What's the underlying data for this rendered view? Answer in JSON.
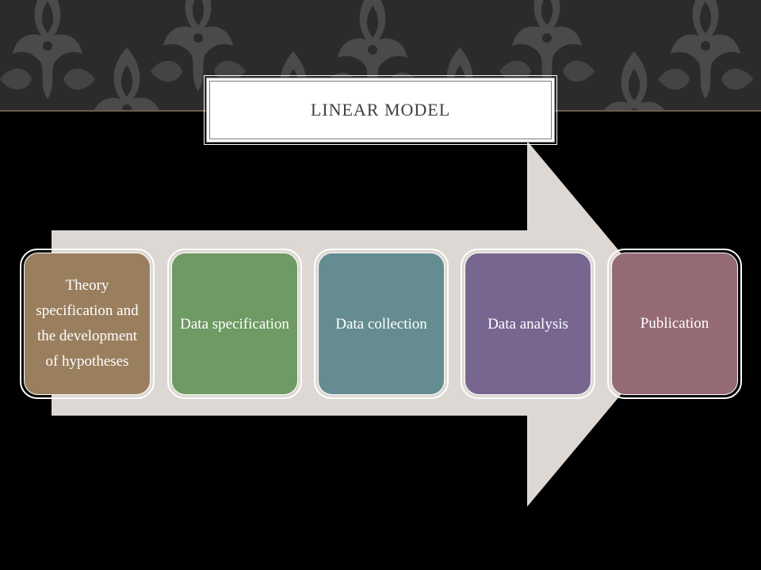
{
  "title": "LINEAR MODEL",
  "steps": [
    {
      "label": "Theory specification and the development of hypotheses",
      "color": "#9a7f5f"
    },
    {
      "label": "Data specification",
      "color": "#6f9a63"
    },
    {
      "label": "Data collection",
      "color": "#658d91"
    },
    {
      "label": "Data analysis",
      "color": "#786691"
    },
    {
      "label": "Publication",
      "color": "#946a75"
    }
  ],
  "colors": {
    "background": "#000000",
    "header_pattern": "#2b2b2b",
    "arrow": "#ddd8d3",
    "title_box": "#ffffff",
    "title_text": "#404040"
  }
}
